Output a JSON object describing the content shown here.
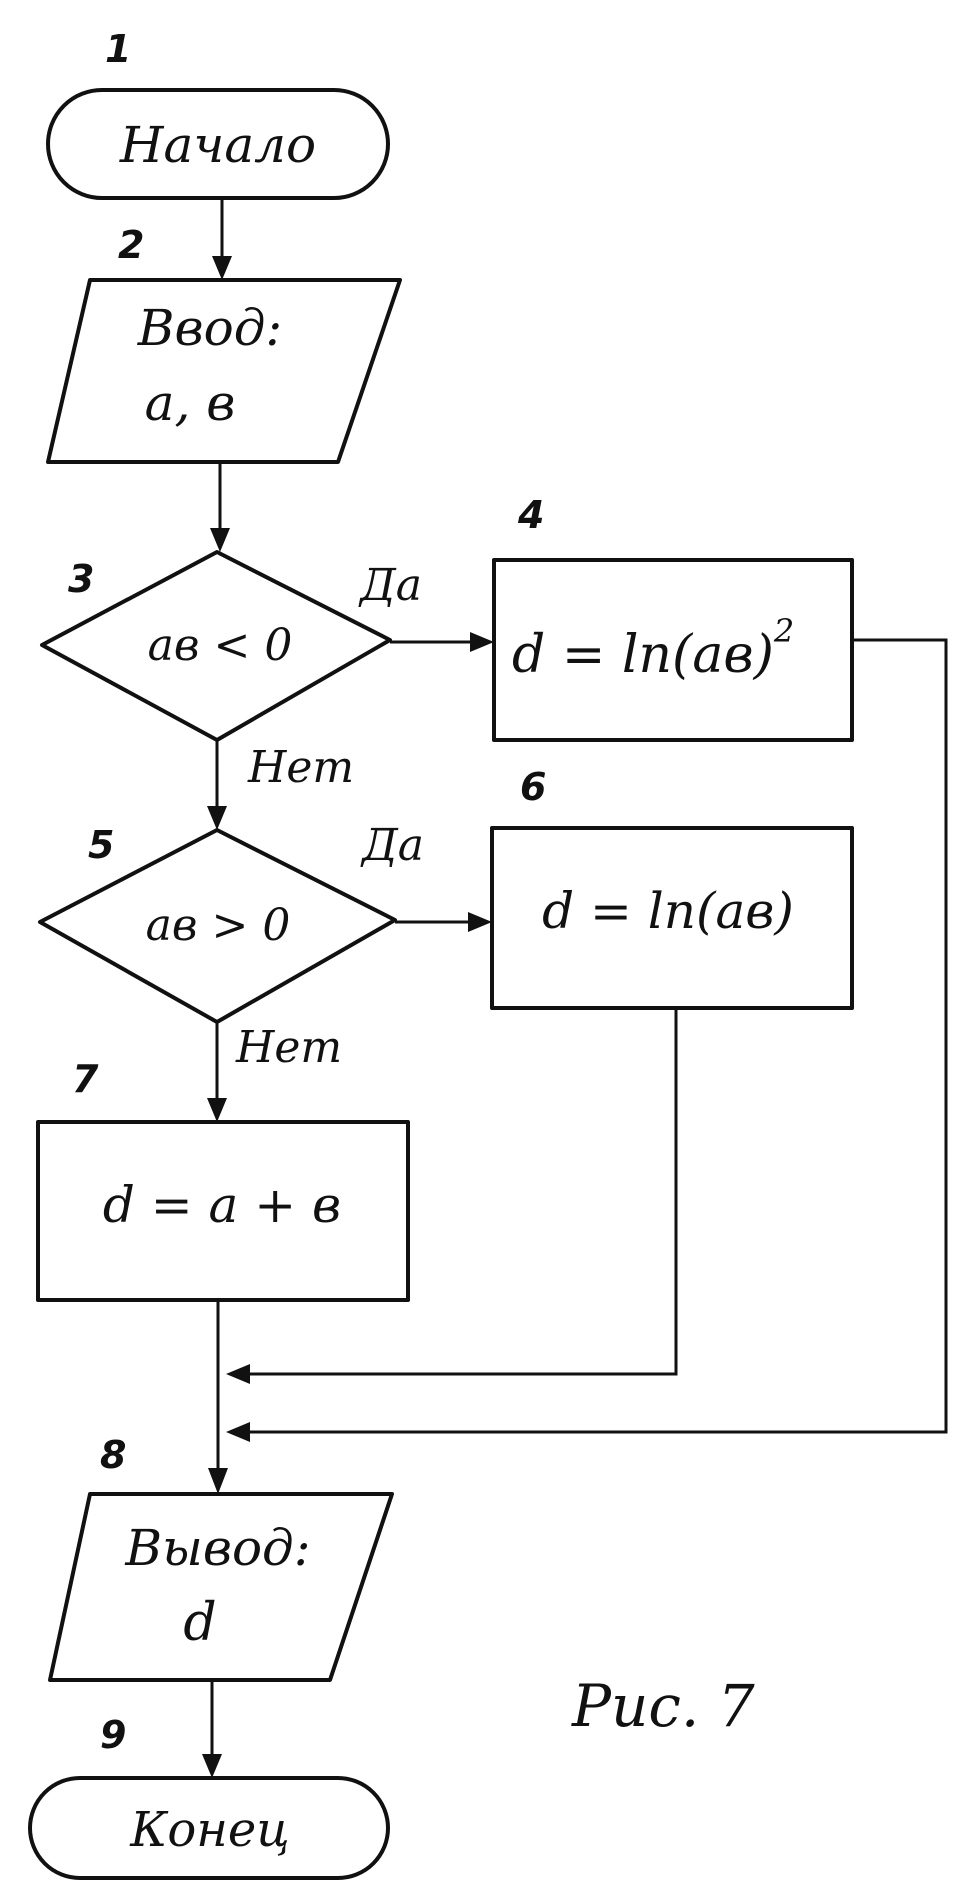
{
  "blocks": {
    "b1": {
      "number": "1",
      "text": "Начало"
    },
    "b2": {
      "number": "2",
      "line1": "Ввод:",
      "line2": "a, в"
    },
    "b3": {
      "number": "3",
      "text": "aв < 0"
    },
    "b4": {
      "number": "4",
      "text": "d = ln(aв)",
      "sup": "2"
    },
    "b5": {
      "number": "5",
      "text": "aв > 0"
    },
    "b6": {
      "number": "6",
      "text": "d = ln(aв)"
    },
    "b7": {
      "number": "7",
      "text": "d = a + в"
    },
    "b8": {
      "number": "8",
      "line1": "Вывод:",
      "line2": "d"
    },
    "b9": {
      "number": "9",
      "text": "Конец"
    }
  },
  "branches": {
    "b3_yes": "Да",
    "b3_no": "Нет",
    "b5_yes": "Да",
    "b5_no": "Нет"
  },
  "caption": "Рис. 7"
}
